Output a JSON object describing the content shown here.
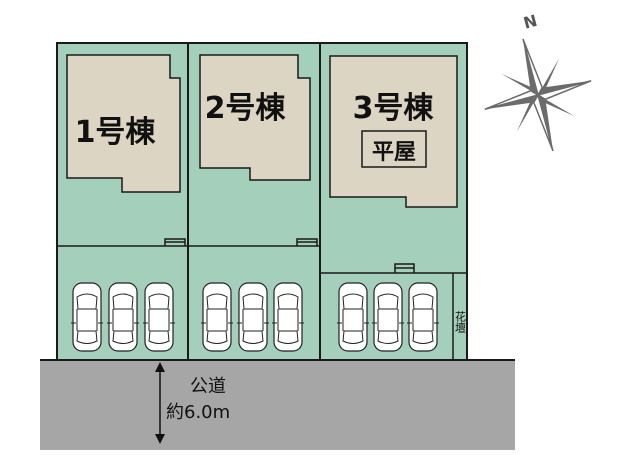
{
  "buildings": [
    {
      "label": "1号棟"
    },
    {
      "label": "2号棟"
    },
    {
      "label": "3号棟",
      "sub_label": "平屋"
    }
  ],
  "flower_bed": "花壇",
  "road": {
    "label": "公道",
    "width": "約6.0m"
  },
  "compass": {
    "label": "N"
  },
  "colors": {
    "lot": "#a3cfbb",
    "building": "#ddd5c3",
    "road": "#a6a6a6",
    "outline": "#1a1a1a",
    "compass": "#6b6b6b"
  }
}
